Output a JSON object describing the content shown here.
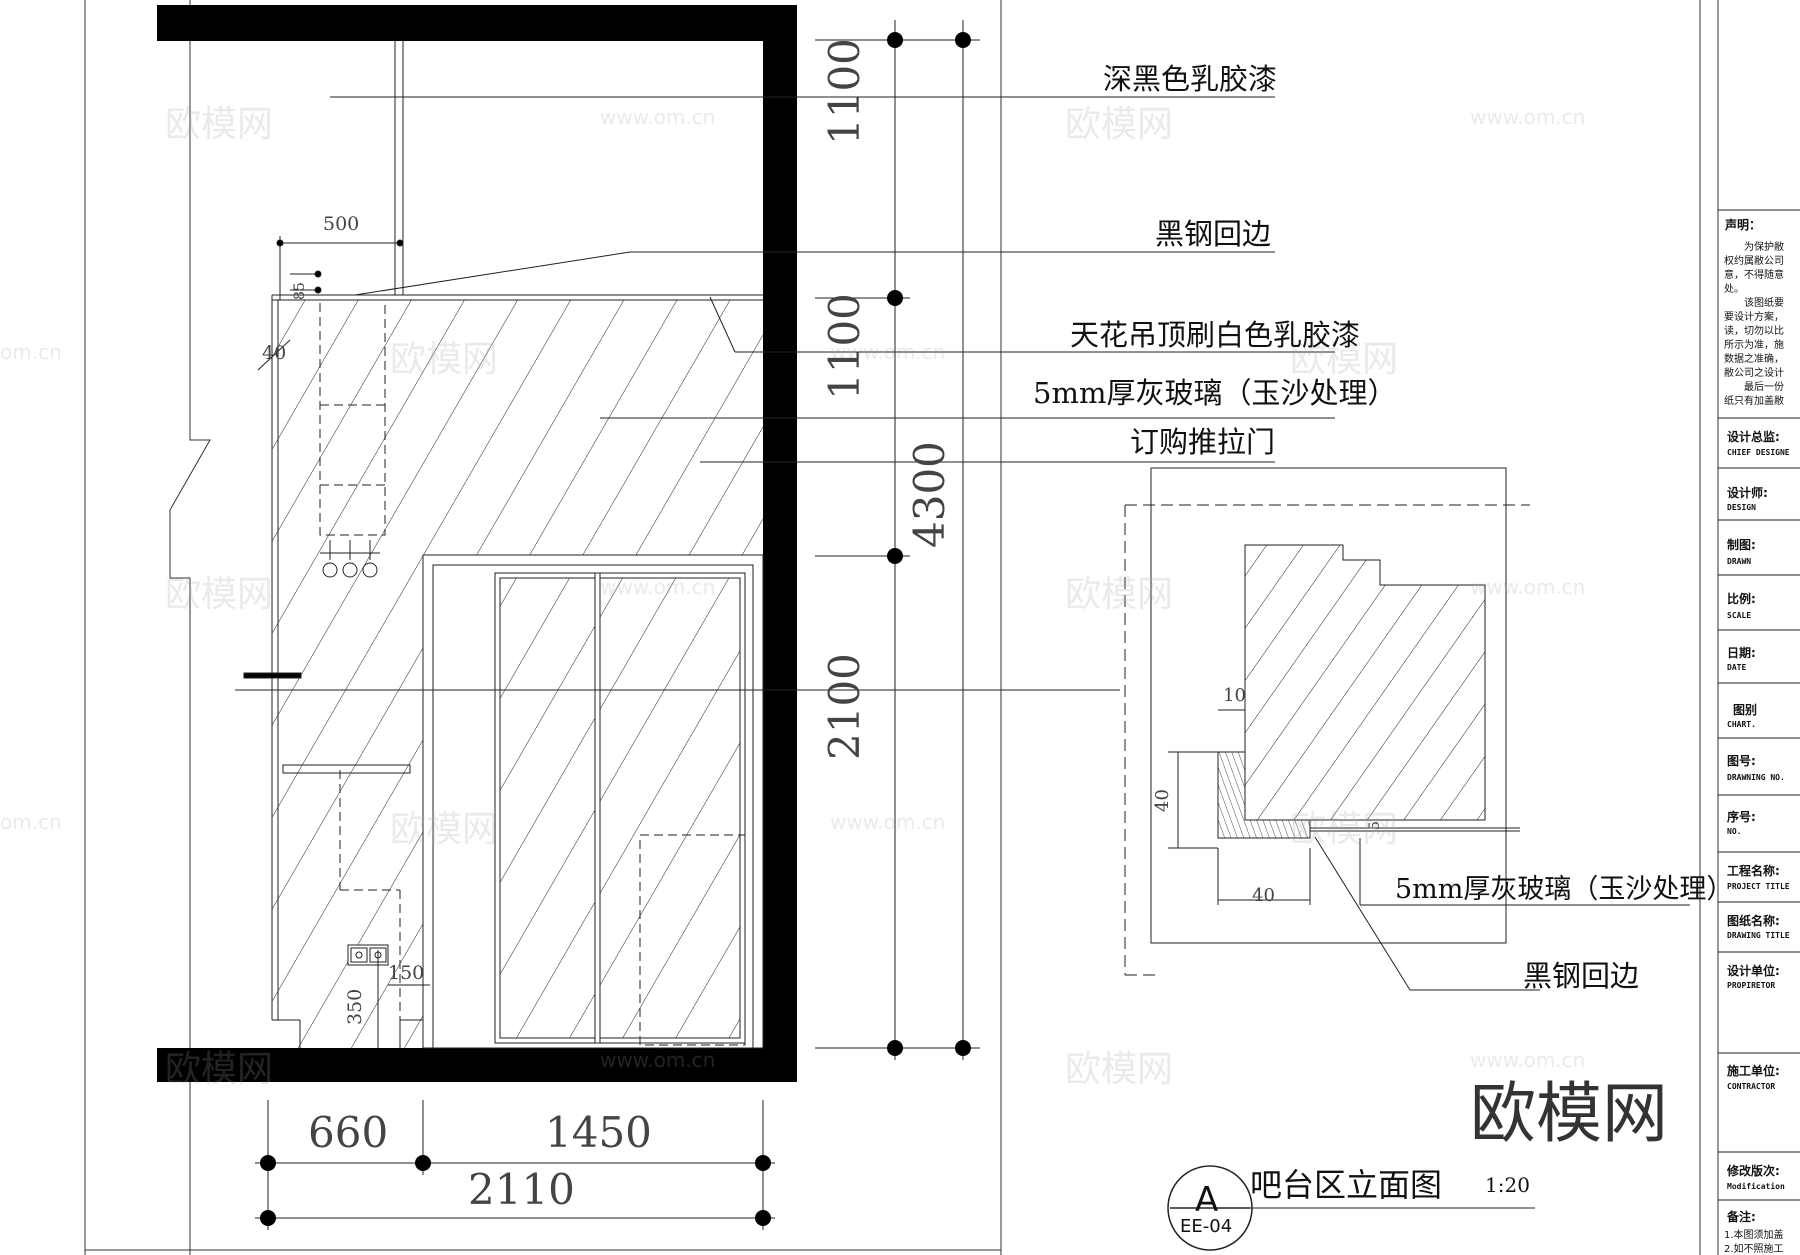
{
  "drawing": {
    "title": "吧台区立面图",
    "scale": "1:20",
    "section_mark": "A",
    "sheet_ref": "EE-04",
    "brand": "欧模网"
  },
  "callouts": {
    "paint_black": "深黑色乳胶漆",
    "steel_edge": "黑钢回边",
    "ceiling": "天花吊顶刷白色乳胶漆",
    "glass": "5mm厚灰玻璃（玉沙处理）",
    "door": "订购推拉门",
    "detail_glass": "5mm厚灰玻璃（玉沙处理）",
    "detail_steel": "黑钢回边"
  },
  "dimensions": {
    "v_1100_top": "1100",
    "v_1100_mid": "1100",
    "v_2100": "2100",
    "v_4300": "4300",
    "h_660": "660",
    "h_1450": "1450",
    "h_2110": "2110",
    "d_500": "500",
    "d_85": "85",
    "d_40": "40",
    "d_150": "150",
    "d_350": "350",
    "det_10": "10",
    "det_40v": "40",
    "det_40h": "40",
    "det_5": "5"
  },
  "watermarks": {
    "cn": "欧模网",
    "url": "www.om.cn",
    "url_cut": "om.cn"
  },
  "title_block": {
    "declaration_title": "声明：",
    "declaration_lines": [
      "　　为保护敝",
      "权约属敝公司",
      "意，不得随意",
      "处。",
      "　　该图纸要",
      "要设计方案，",
      "读，切勿以比",
      "所示为准，施",
      "数据之准确，",
      "敝公司之设计",
      "　　最后一份",
      "纸只有加盖敝"
    ],
    "chief_designer_cn": "设计总监:",
    "chief_designer_en": "CHIEF DESIGNE",
    "designer_cn": "设计师:",
    "designer_en": "DESIGN",
    "drawn_cn": "制图:",
    "drawn_en": "DRAWN",
    "scale_cn": "比例:",
    "scale_en": "SCALE",
    "date_cn": "日期:",
    "date_en": "DATE",
    "chart_cn": "图别",
    "chart_en": "CHART.",
    "drawing_no_cn": "图号:",
    "drawing_no_en": "DRAWNING NO.",
    "no_cn": "序号:",
    "no_en": "NO.",
    "project_cn": "工程名称:",
    "project_en": "PROJECT TITLE",
    "drawing_title_cn": "图纸名称:",
    "drawing_title_en": "DRAWING TITLE",
    "design_unit_cn": "设计单位:",
    "design_unit_en": "PROPIRETOR",
    "contractor_cn": "施工单位:",
    "contractor_en": "CONTRACTOR",
    "revision_cn": "修改版次:",
    "revision_en": "Modification",
    "notes_cn": "备注:",
    "notes_lines": [
      "1.本图须加盖",
      "2.如不照施工"
    ]
  }
}
